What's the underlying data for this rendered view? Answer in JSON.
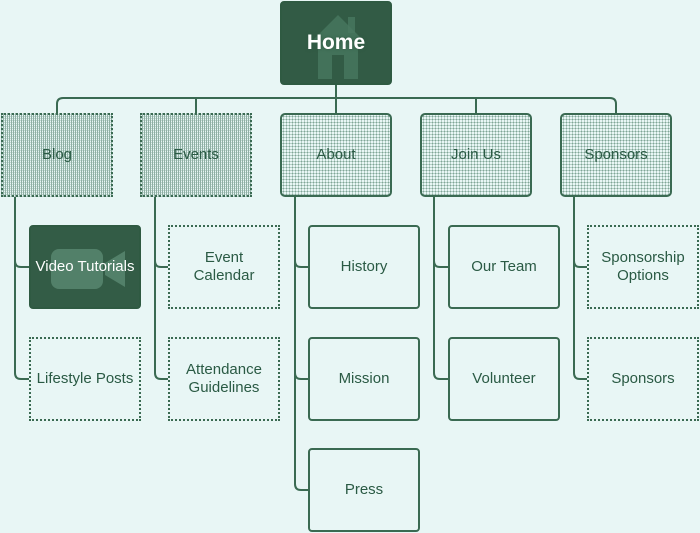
{
  "home": {
    "label": "Home",
    "icon": "house-icon"
  },
  "columns": [
    {
      "id": "blog",
      "label": "Blog",
      "style": "striped",
      "children": [
        {
          "id": "video-tutorials",
          "label": "Video Tutorials",
          "style": "dark",
          "icon": "video-camera-icon"
        },
        {
          "id": "lifestyle-posts",
          "label": "Lifestyle Posts",
          "style": "dotted"
        }
      ]
    },
    {
      "id": "events",
      "label": "Events",
      "style": "striped",
      "children": [
        {
          "id": "event-calendar",
          "label": "Event Calendar",
          "style": "dotted"
        },
        {
          "id": "attendance-guidelines",
          "label": "Attendance Guidelines",
          "style": "dotted"
        }
      ]
    },
    {
      "id": "about",
      "label": "About",
      "style": "dotted-fill",
      "children": [
        {
          "id": "history",
          "label": "History",
          "style": "solid"
        },
        {
          "id": "mission",
          "label": "Mission",
          "style": "solid"
        },
        {
          "id": "press",
          "label": "Press",
          "style": "solid"
        }
      ]
    },
    {
      "id": "join-us",
      "label": "Join Us",
      "style": "dotted-fill",
      "children": [
        {
          "id": "our-team",
          "label": "Our Team",
          "style": "solid"
        },
        {
          "id": "volunteer",
          "label": "Volunteer",
          "style": "solid"
        }
      ]
    },
    {
      "id": "sponsors",
      "label": "Sponsors",
      "style": "dotted-fill",
      "children": [
        {
          "id": "sponsorship-options",
          "label": "Sponsorship Options",
          "style": "dotted"
        },
        {
          "id": "sponsors-leaf",
          "label": "Sponsors",
          "style": "dotted"
        }
      ]
    }
  ],
  "colors": {
    "background": "#e8f6f5",
    "dark": "#335c46",
    "line": "#3a6a52",
    "text": "#2a5a44"
  }
}
